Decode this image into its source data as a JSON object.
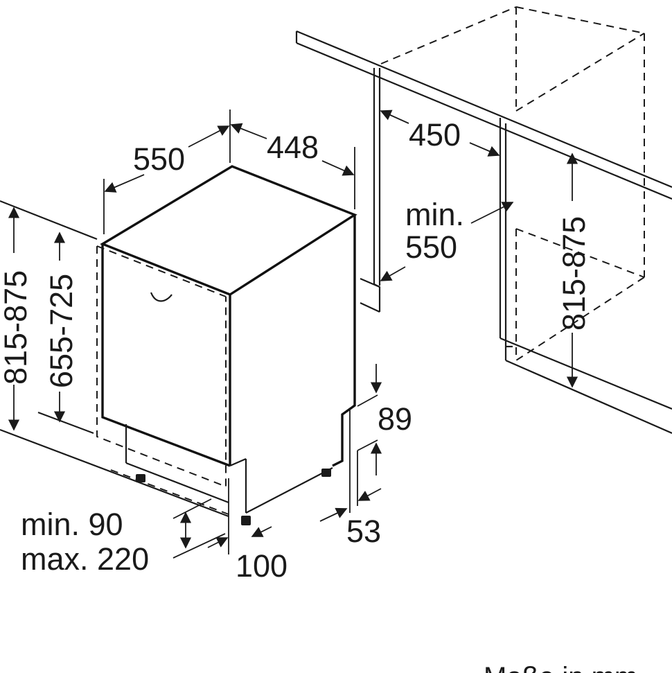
{
  "labels": {
    "width_depth": "550",
    "width_front": "448",
    "niche_width": "450",
    "niche_depth_min": "min.",
    "niche_depth_val": "550",
    "height_total_left": "815-875",
    "height_door": "655-725",
    "height_total_right": "815-875",
    "plinth_top": "89",
    "plinth_bottom": "53",
    "plinth_min": "min. 90",
    "plinth_max": "max. 220",
    "plinth_depth": "100",
    "units_note": "Maße in mm"
  },
  "colors": {
    "ink": "#1a1a1a",
    "background": "#ffffff"
  }
}
